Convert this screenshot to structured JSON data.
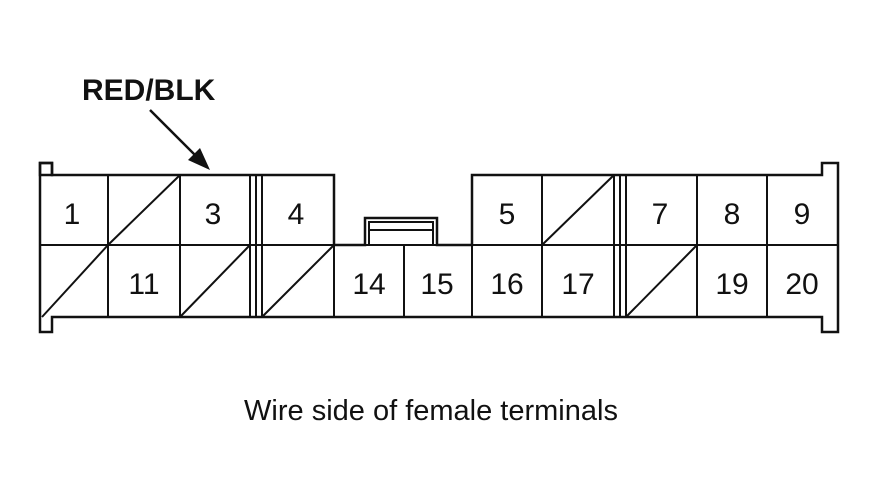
{
  "wire_label": "RED/BLK",
  "caption": "Wire side of female terminals",
  "terminals": {
    "t1": "1",
    "t3": "3",
    "t4": "4",
    "t5": "5",
    "t7": "7",
    "t8": "8",
    "t9": "9",
    "t11": "11",
    "t14": "14",
    "t15": "15",
    "t16": "16",
    "t17": "17",
    "t19": "19",
    "t20": "20"
  }
}
